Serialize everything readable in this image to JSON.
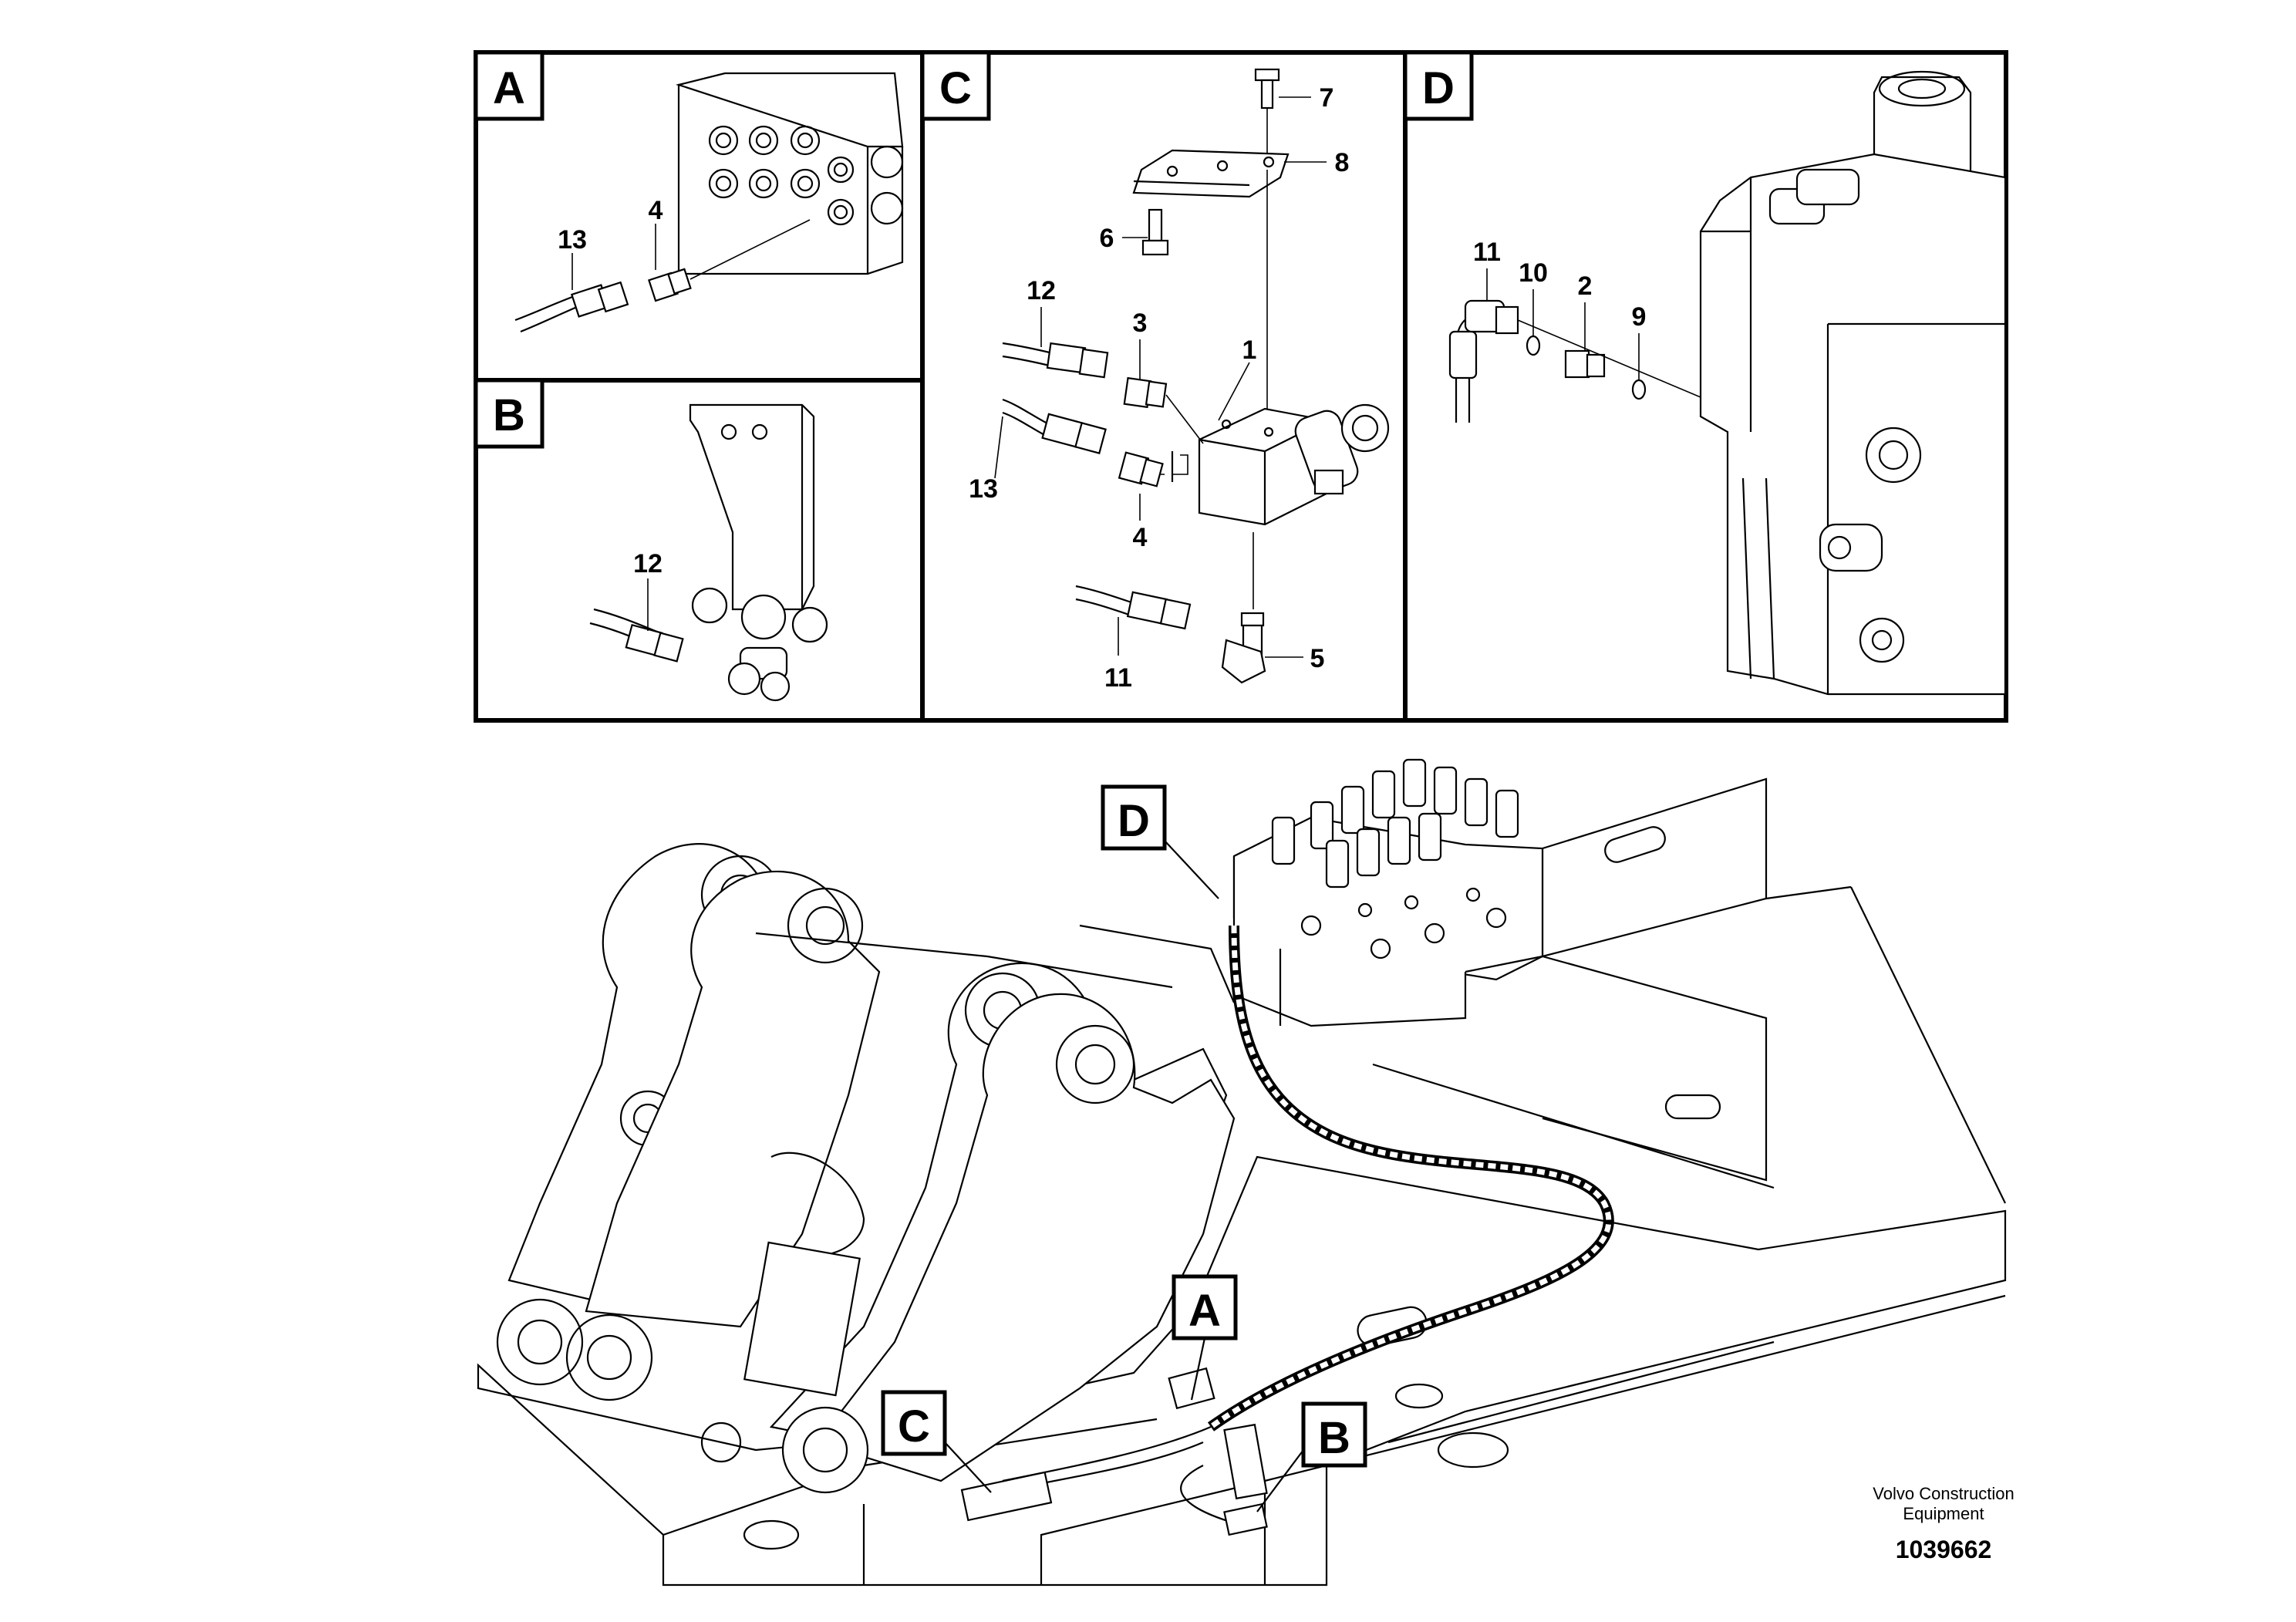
{
  "panels": [
    {
      "letter": "A",
      "callouts": [
        "13",
        "4"
      ]
    },
    {
      "letter": "B",
      "callouts": [
        "12"
      ]
    },
    {
      "letter": "C",
      "callouts": [
        "7",
        "8",
        "6",
        "12",
        "3",
        "1",
        "13",
        "4",
        "11",
        "5"
      ]
    },
    {
      "letter": "D",
      "callouts": [
        "11",
        "10",
        "2",
        "9"
      ]
    }
  ],
  "overview_tags": [
    "D",
    "A",
    "C",
    "B"
  ],
  "branding": {
    "company_line1": "Volvo Construction",
    "company_line2": "Equipment",
    "document_number": "1039662"
  }
}
